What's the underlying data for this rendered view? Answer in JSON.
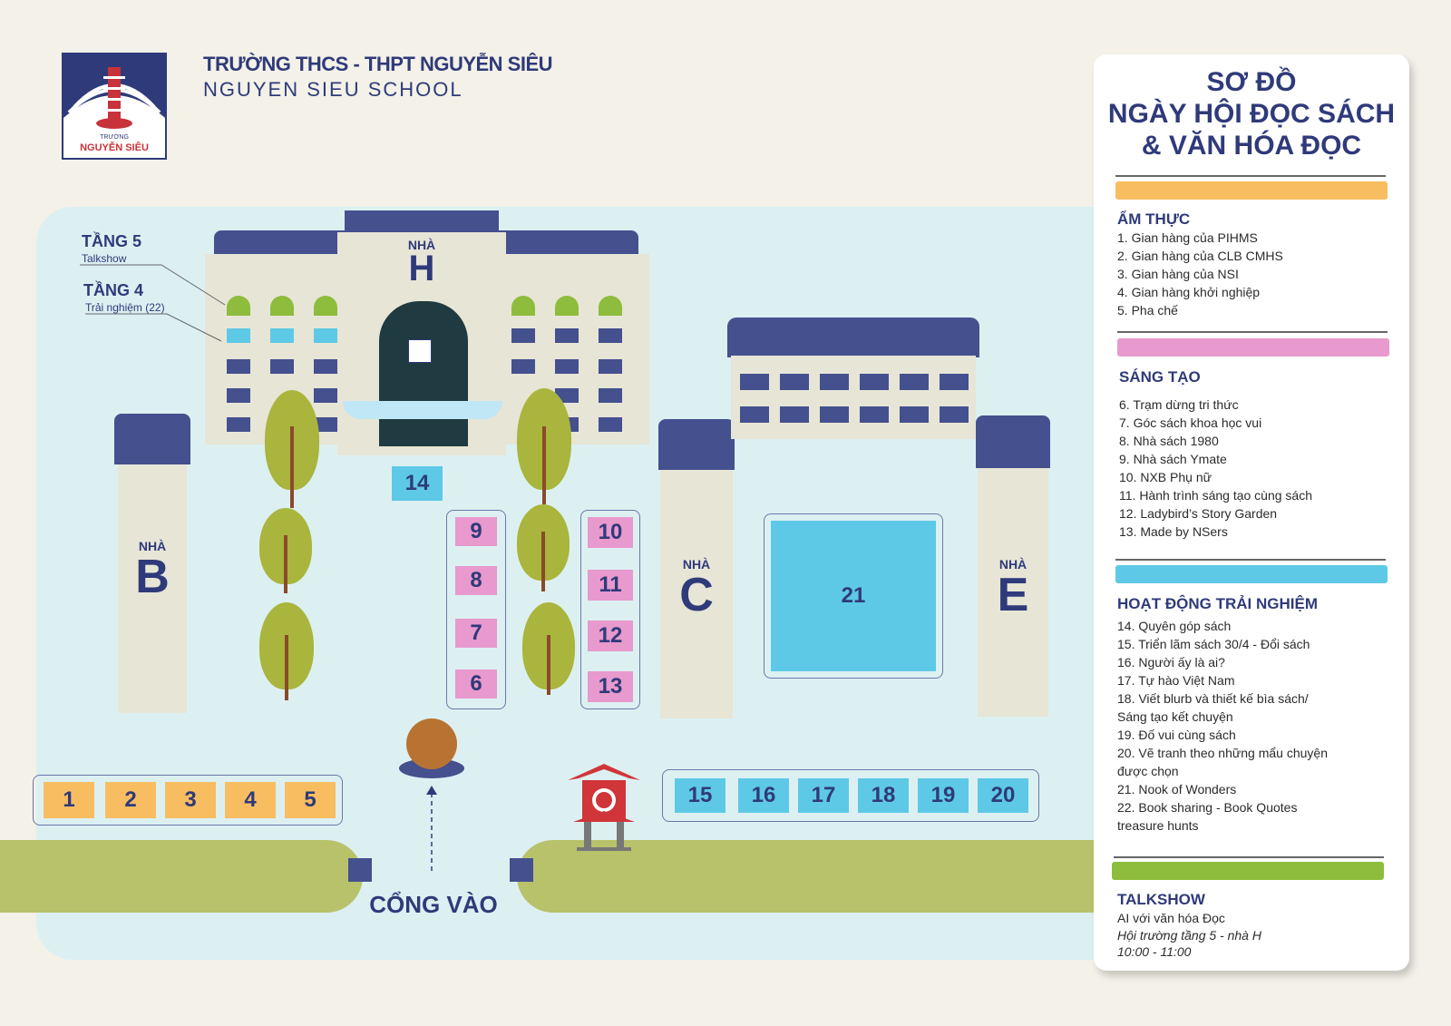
{
  "header": {
    "logo_text_top": "TRƯỜNG",
    "logo_text_bottom": "NGUYỄN SIÊU",
    "school_name_vi": "TRƯỜNG THCS - THPT NGUYỄN SIÊU",
    "school_name_en": "NGUYEN SIEU SCHOOL"
  },
  "map": {
    "floor5_title": "TẦNG 5",
    "floor5_sub": "Talkshow",
    "floor4_title": "TẦNG 4",
    "floor4_sub": "Trải nghiệm (22)",
    "building_prefix": "NHÀ",
    "building_h": "H",
    "building_b": "B",
    "building_c": "C",
    "building_e": "E",
    "entrance": "CỔNG VÀO",
    "booths_orange": [
      "1",
      "2",
      "3",
      "4",
      "5"
    ],
    "booths_pink_left": [
      "9",
      "8",
      "7",
      "6"
    ],
    "booths_pink_right": [
      "10",
      "11",
      "12",
      "13"
    ],
    "booths_blue": [
      "15",
      "16",
      "17",
      "18",
      "19",
      "20"
    ],
    "booth_14": "14",
    "booth_21": "21"
  },
  "legend": {
    "title_line1": "SƠ ĐỒ",
    "title_line2": "NGÀY HỘI ĐỌC SÁCH",
    "title_line3": "& VĂN HÓA ĐỌC",
    "colors": {
      "am_thuc": "#f8bd60",
      "sang_tao": "#e899cd",
      "hoat_dong": "#5ec9e6",
      "talkshow": "#8ebc3c"
    },
    "am_thuc": {
      "heading": "ẨM THỰC",
      "items": [
        "1.    Gian hàng của PIHMS",
        "2.   Gian hàng của CLB CMHS",
        "3.   Gian hàng của NSI",
        "4.  Gian hàng khởi nghiệp",
        "5.   Pha chế"
      ]
    },
    "sang_tao": {
      "heading": "SÁNG TẠO",
      "items": [
        "6.   Trạm dừng tri thức",
        "7.   Góc sách khoa học vui",
        "8.   Nhà sách 1980",
        "9.    Nhà sách Ymate",
        "10.  NXB Phụ nữ",
        "11.   Hành trình sáng tạo cùng sách",
        "12.  Ladybird’s Story Garden",
        "13.  Made by NSers"
      ]
    },
    "hoat_dong": {
      "heading": "HOẠT ĐỘNG TRẢI NGHIỆM",
      "items": [
        "14.  Quyên góp sách",
        "15.  Triển lãm sách 30/4 - Đổi sách",
        "16.  Người ấy là ai?",
        "17.  Tự hào Việt Nam",
        "18.  Viết blurb và thiết kế bìa sách/",
        "       Sáng tạo kết chuyện",
        "19.  Đố vui cùng sách",
        "20. Vẽ tranh theo những mẩu chuyện",
        "        được chọn",
        "21. Nook of Wonders",
        "22.  Book sharing - Book Quotes",
        "        treasure hunts"
      ]
    },
    "talkshow": {
      "heading": "TALKSHOW",
      "title": "AI với văn hóa Đọc",
      "place": "Hội trường tầng 5 - nhà H",
      "time": "10:00 - 11:00"
    }
  }
}
